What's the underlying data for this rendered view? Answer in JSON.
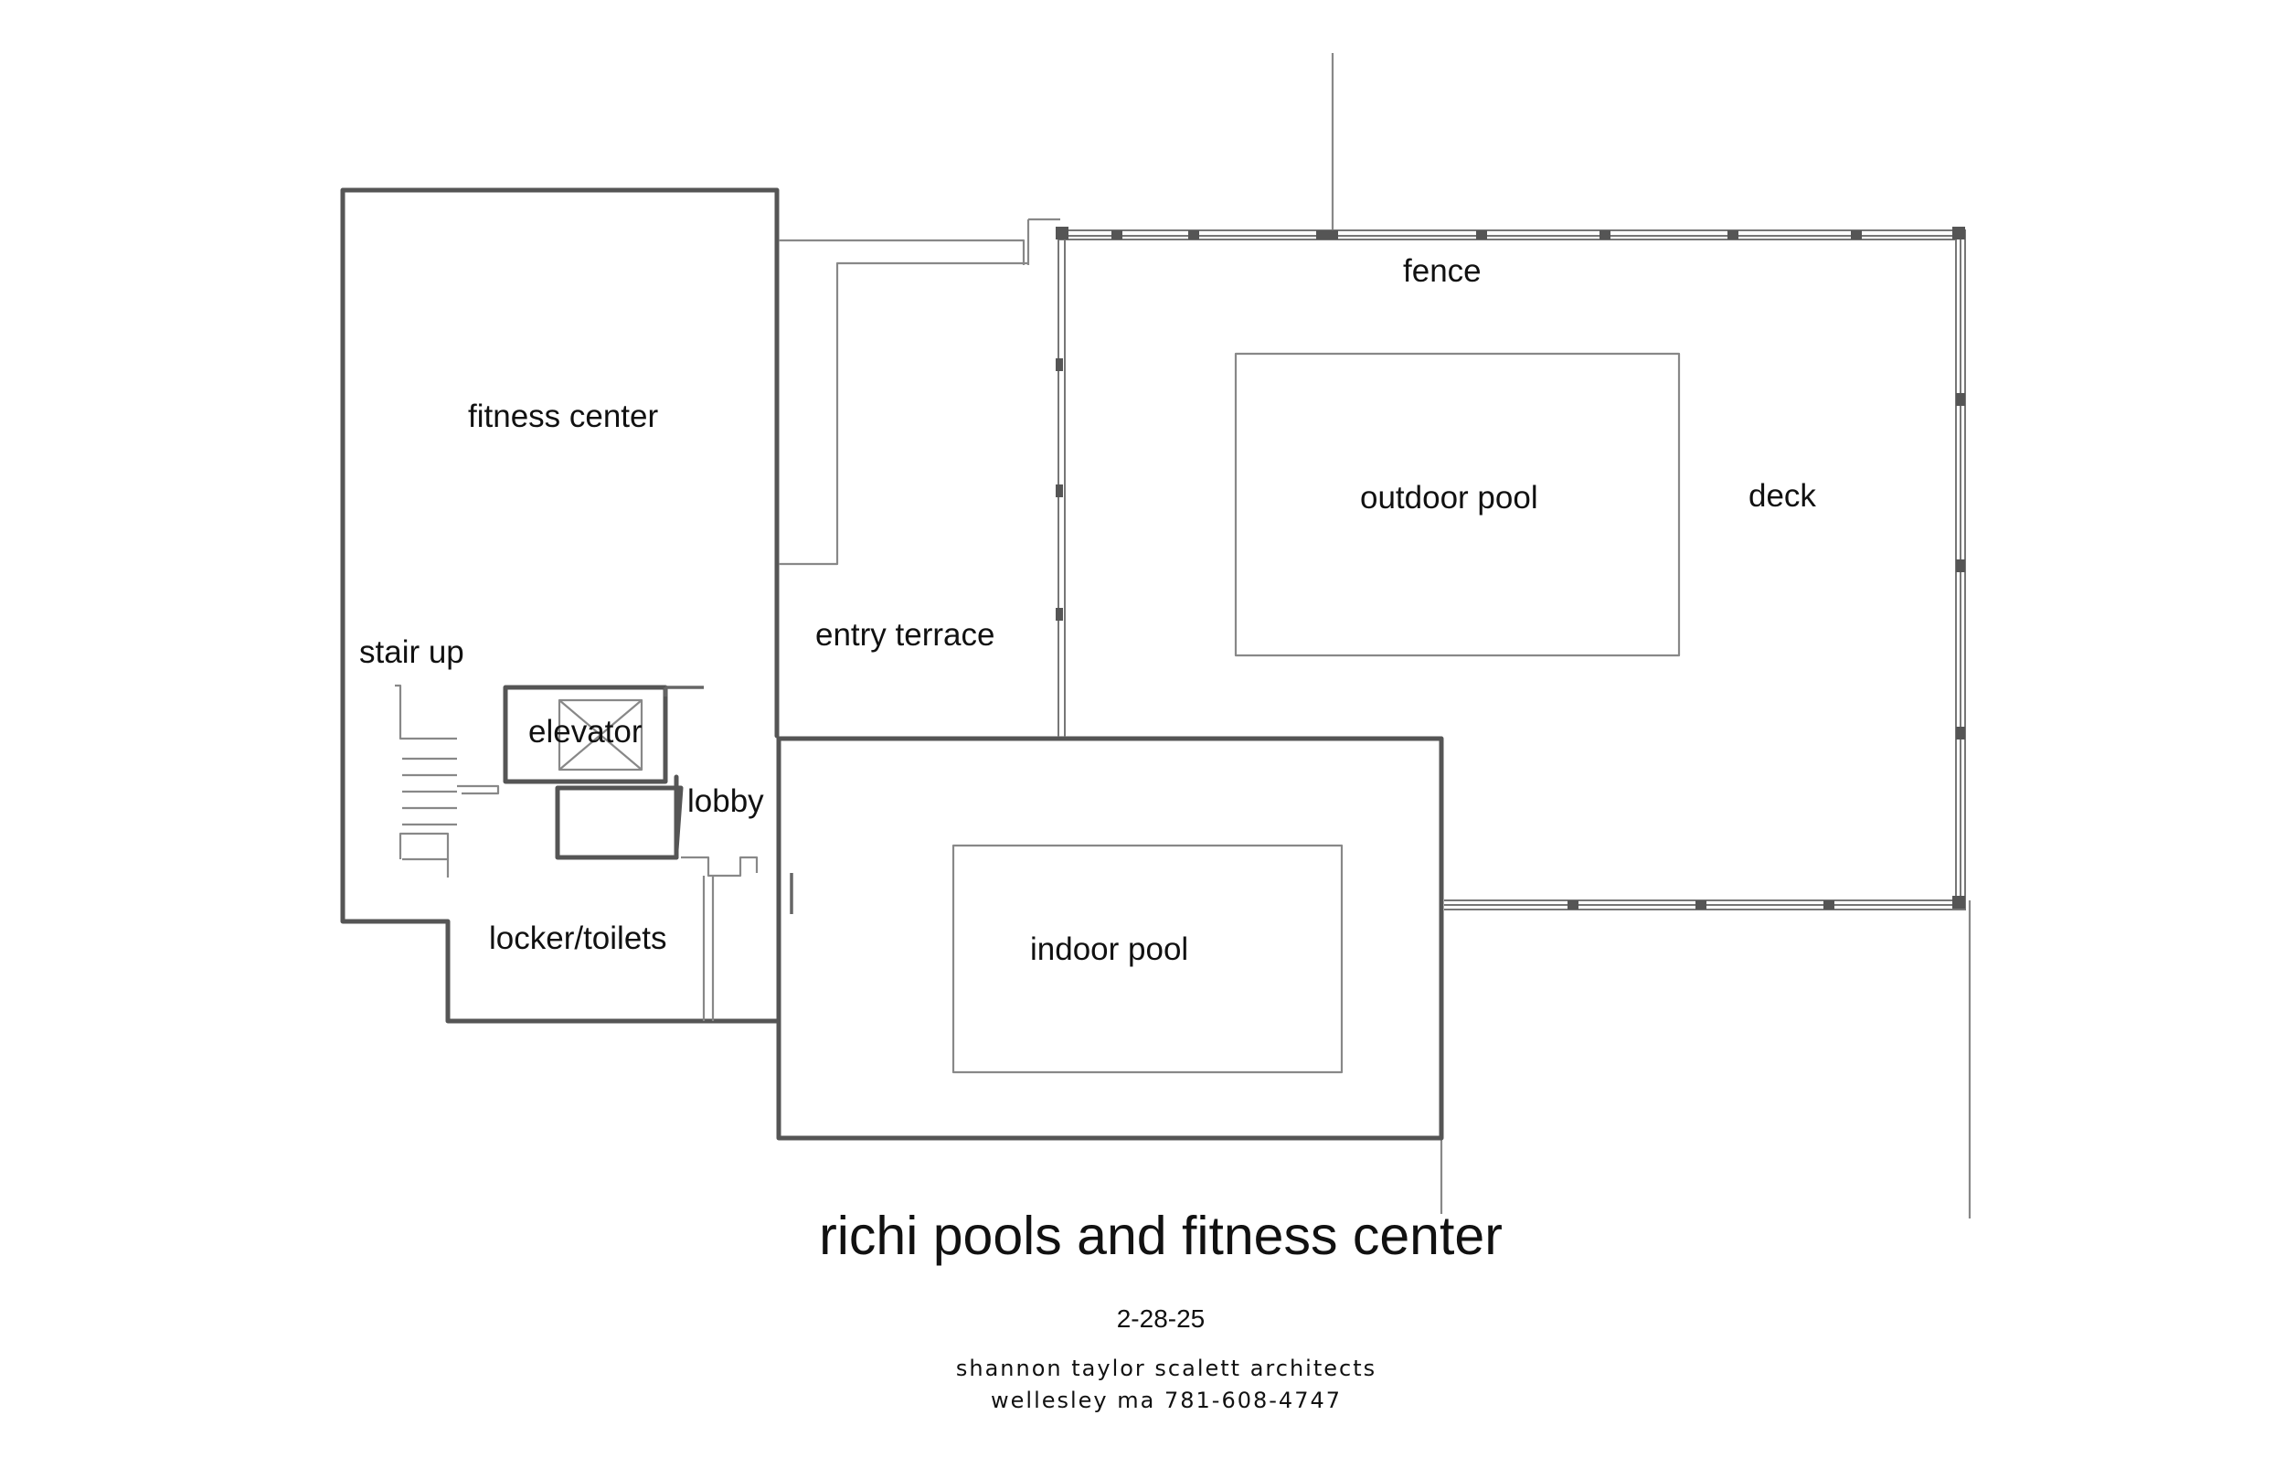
{
  "rooms": {
    "fitness_center": "fitness center",
    "stair_up": "stair up",
    "elevator": "elevator",
    "lobby": "lobby",
    "locker_toilets": "locker/toilets",
    "entry_terrace": "entry terrace",
    "fence": "fence",
    "outdoor_pool": "outdoor pool",
    "deck": "deck",
    "indoor_pool": "indoor pool"
  },
  "title_block": {
    "title": "richi pools and fitness center",
    "date": "2-28-25",
    "architect": "shannon taylor scalett architects",
    "address": "wellesley ma  781-608-4747"
  },
  "colors": {
    "background": "#ffffff",
    "linework": "#555555",
    "text": "#111111"
  }
}
